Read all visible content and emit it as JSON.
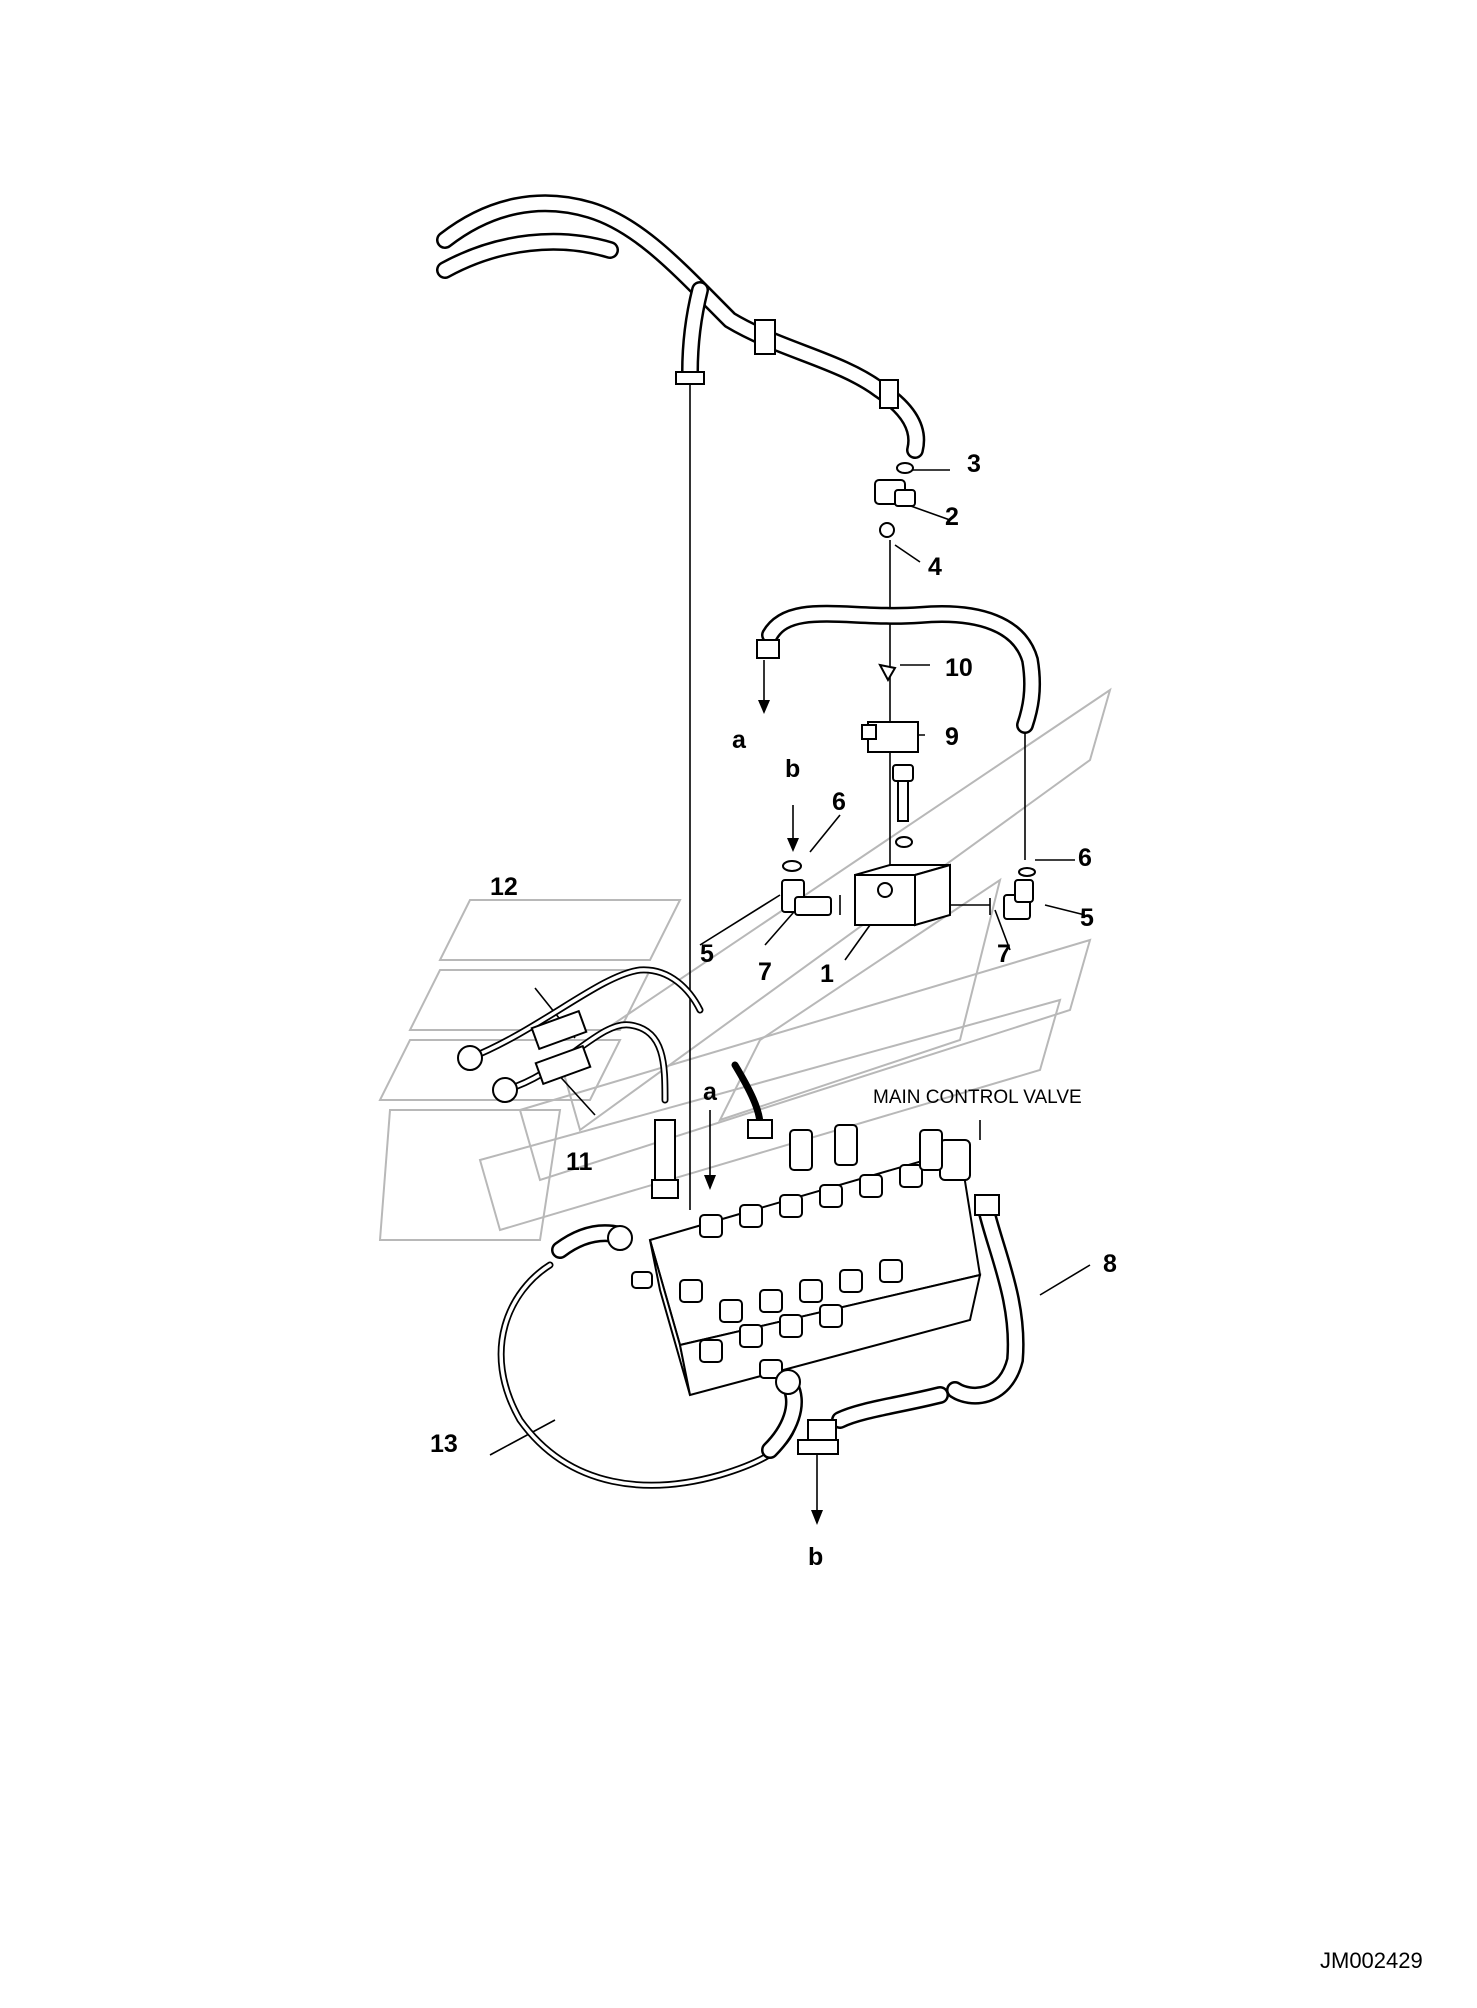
{
  "drawing": {
    "component_label": "MAIN CONTROL VALVE",
    "drawing_code": "JM002429"
  },
  "callouts": [
    "1",
    "2",
    "3",
    "4",
    "5",
    "5",
    "6",
    "6",
    "7",
    "7",
    "8",
    "9",
    "10",
    "11",
    "12",
    "13"
  ],
  "connection_marks": [
    "a",
    "a",
    "b",
    "b"
  ],
  "icons": {
    "watermark": "logo-watermark",
    "arrow": "flow-arrow-icon"
  }
}
